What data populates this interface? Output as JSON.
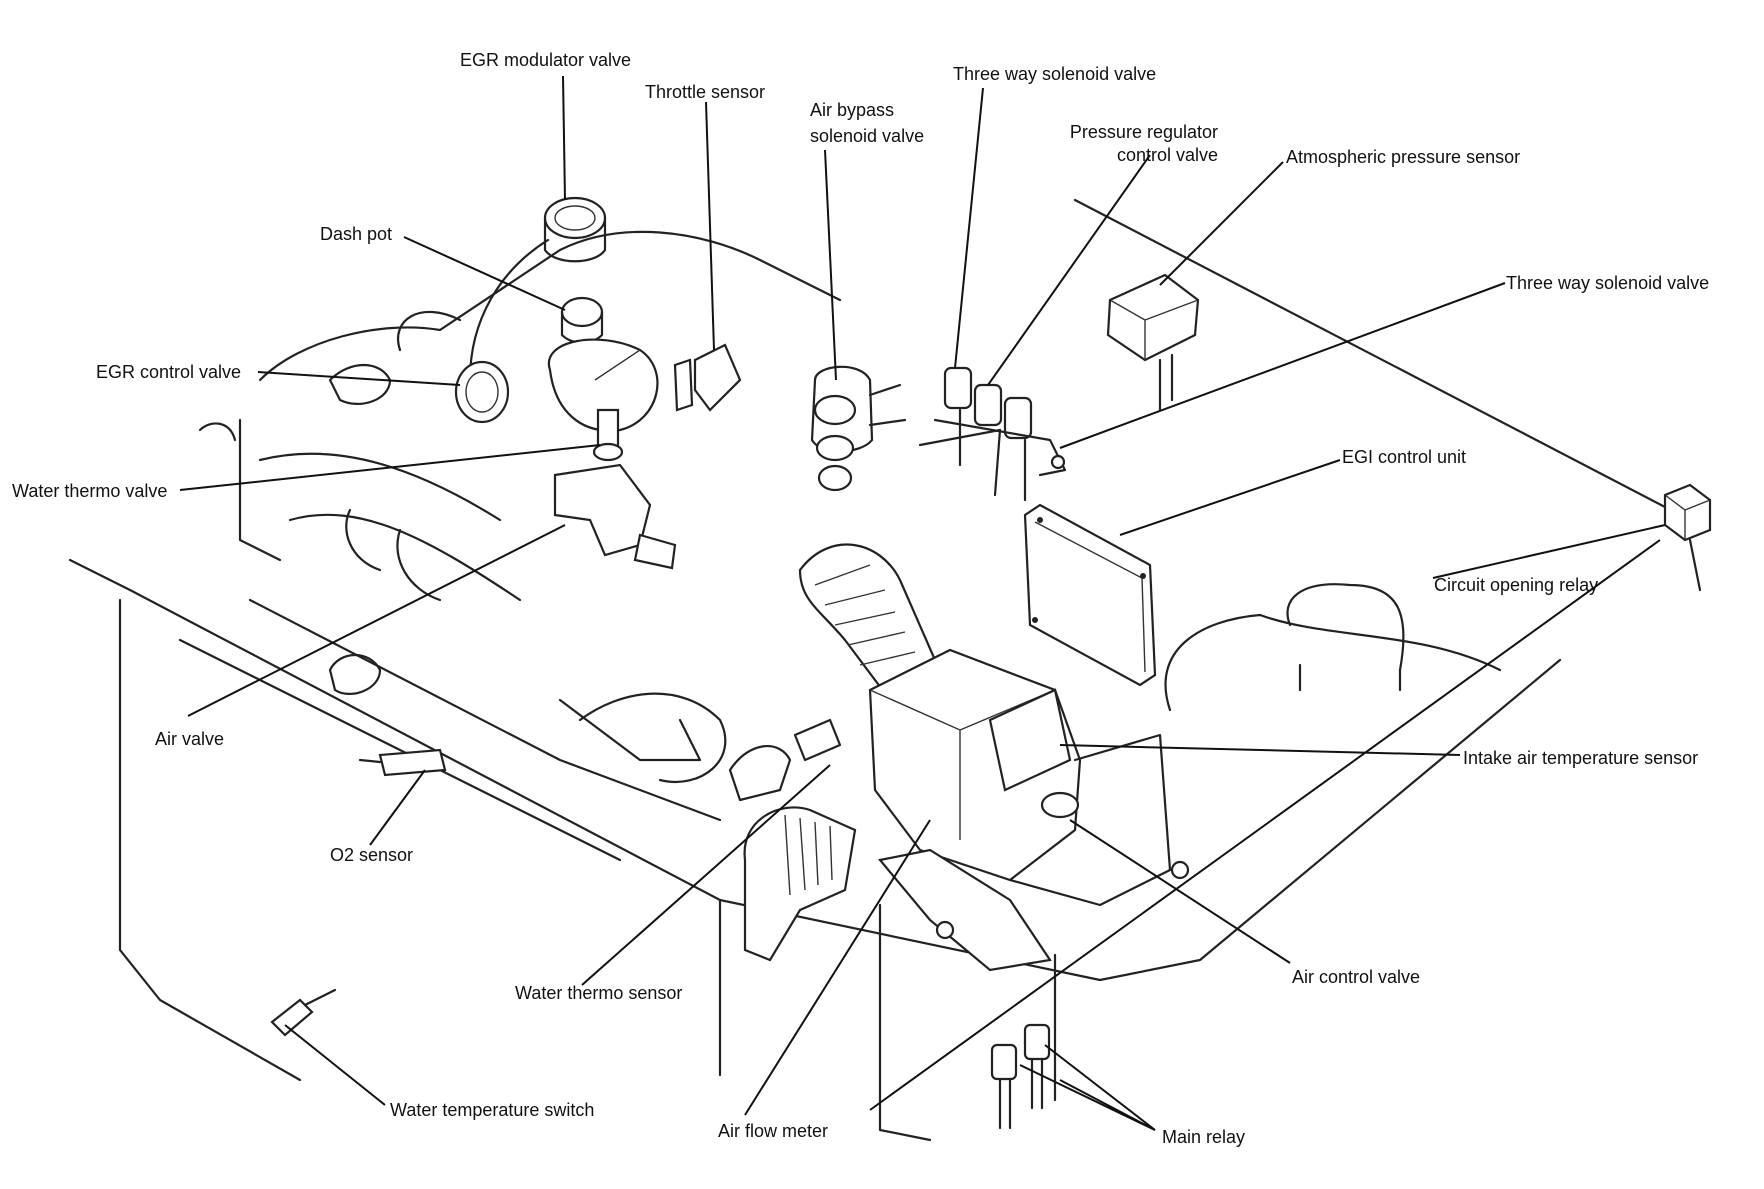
{
  "labels": {
    "egr_modulator_valve": "EGR modulator valve",
    "throttle_sensor": "Throttle sensor",
    "air_bypass_line1": "Air bypass",
    "air_bypass_line2": "solenoid valve",
    "three_way_solenoid_top": "Three way solenoid valve",
    "pressure_regulator_line1": "Pressure regulator",
    "pressure_regulator_line2": "control valve",
    "atmospheric_pressure_sensor": "Atmospheric pressure sensor",
    "dash_pot": "Dash pot",
    "three_way_solenoid_right": "Three way solenoid valve",
    "egr_control_valve": "EGR control valve",
    "water_thermo_valve": "Water thermo valve",
    "egi_control_unit": "EGI control unit",
    "circuit_opening_relay": "Circuit opening relay",
    "air_valve": "Air valve",
    "intake_air_temperature_sensor": "Intake air temperature sensor",
    "o2_sensor": "O2 sensor",
    "air_control_valve": "Air control valve",
    "water_thermo_sensor": "Water thermo sensor",
    "water_temperature_switch": "Water temperature switch",
    "air_flow_meter": "Air flow meter",
    "main_relay": "Main relay"
  }
}
